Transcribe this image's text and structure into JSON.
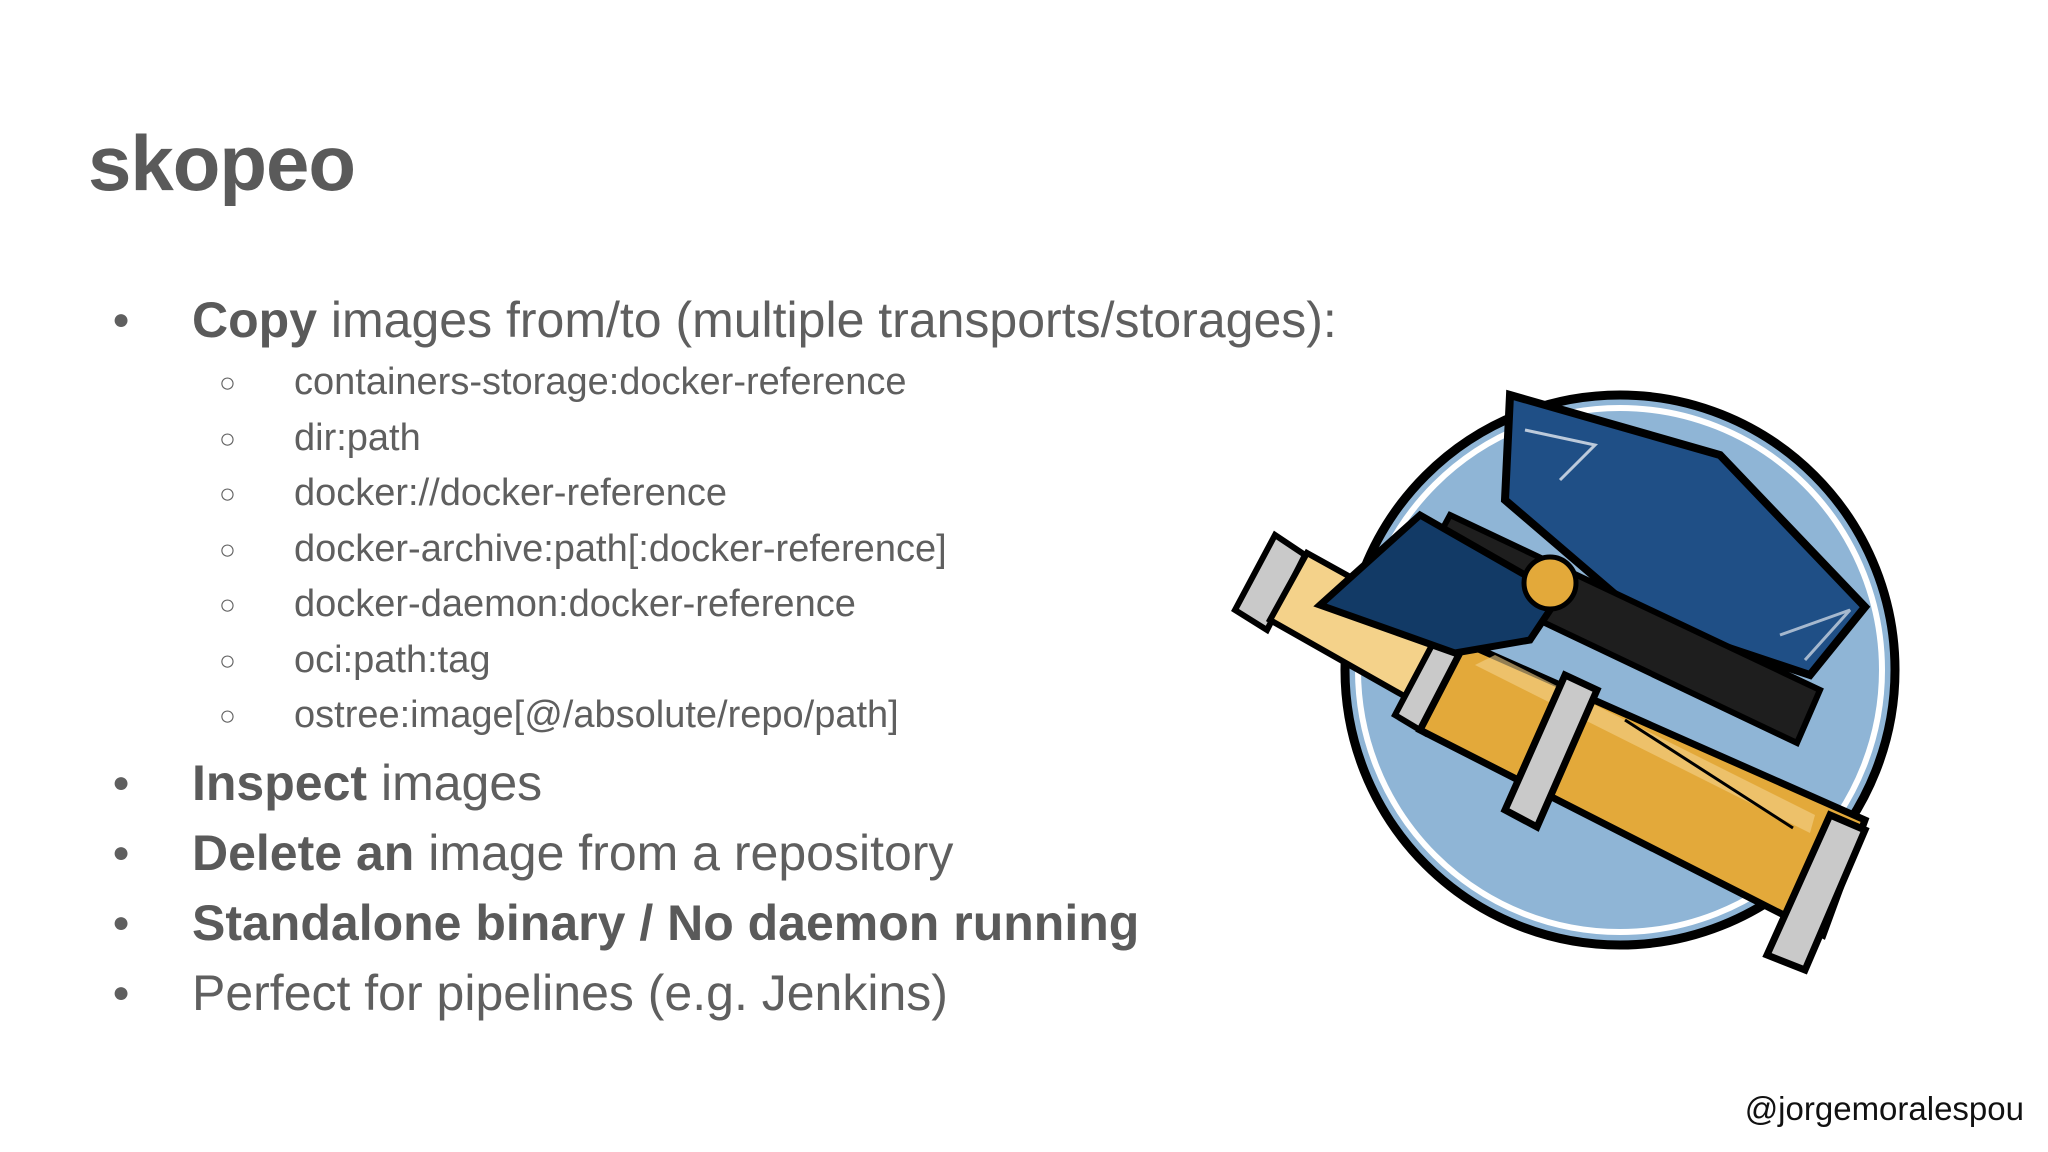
{
  "slide": {
    "title": "skopeo",
    "handle": "@jorgemoralespou"
  },
  "bullets": {
    "copy": {
      "bold": "Copy",
      "rest": " images from/to (multiple transports/storages):"
    },
    "transports": [
      "containers-storage:docker-reference",
      "dir:path",
      "docker://docker-reference",
      "docker-archive:path[:docker-reference]",
      "docker-daemon:docker-reference",
      "oci:path:tag",
      "ostree:image[@/absolute/repo/path]"
    ],
    "inspect": {
      "bold": "Inspect",
      "rest": " images"
    },
    "delete": {
      "bold": "Delete an",
      "rest": " image from a repository"
    },
    "standalone": {
      "bold": "Standalone binary / No daemon running"
    },
    "pipelines": {
      "rest": "Perfect for pipelines (e.g. Jenkins)"
    }
  },
  "bullet_glyph": "●",
  "sub_bullet_glyph": "○",
  "logo": {
    "icon": "skopeo-telescope-captain-hat-logo",
    "colors": {
      "circle_fill": "#8fb5d6",
      "hat_blue": "#1f4f86",
      "hat_band": "#1e1e1e",
      "telescope_gold": "#e3a93a",
      "telescope_light": "#f4d28a",
      "rim_gray": "#c9c9c9",
      "outline": "#000000"
    }
  }
}
